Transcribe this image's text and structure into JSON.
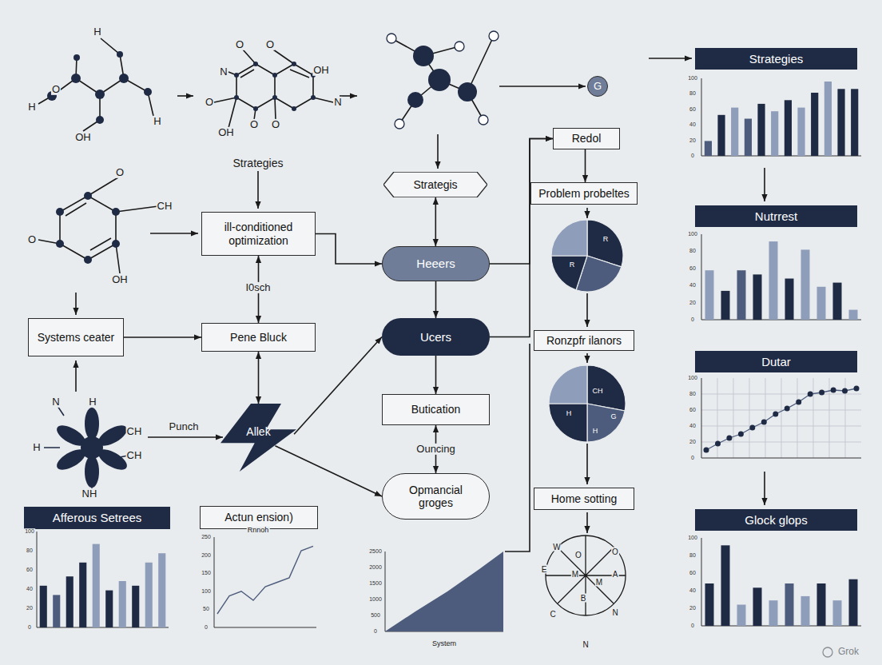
{
  "diagram": {
    "nodes": [
      {
        "text": [
          "Strategies"
        ]
      },
      {
        "text": [
          "G"
        ]
      },
      {
        "text": [
          "Redol"
        ]
      },
      {
        "text": [
          "ill-conditioned optimization"
        ]
      },
      {
        "text": [
          "Strategis"
        ]
      },
      {
        "text": [
          "Heeers"
        ]
      },
      {
        "text": [
          "Problem probeltes"
        ]
      },
      {
        "text": [
          "Systems ceater"
        ]
      },
      {
        "text": [
          "Pene Bluck"
        ]
      },
      {
        "text": [
          "Ucers"
        ]
      },
      {
        "text": [
          "Nutrrest"
        ]
      },
      {
        "text": [
          "Ronzpfr ilanors"
        ]
      },
      {
        "text": [
          "Allek"
        ]
      },
      {
        "text": [
          "Butication"
        ]
      },
      {
        "text": [
          "Opmancial groges"
        ]
      },
      {
        "text": [
          "Dutar"
        ]
      },
      {
        "text": [
          "Home sotting"
        ]
      },
      {
        "text": [
          "Afferous Setrees"
        ]
      },
      {
        "text": [
          "Actun ension)"
        ]
      },
      {
        "text": [
          "Glock glops"
        ]
      }
    ],
    "edges": [
      {
        "from": 3,
        "to": 5,
        "arrow": "to"
      },
      {
        "from": 3,
        "to": 8,
        "arrow": "both"
      },
      {
        "from": 7,
        "to": 8,
        "arrow": "to"
      },
      {
        "from": 4,
        "to": 5,
        "arrow": "both"
      },
      {
        "from": 5,
        "to": 9,
        "arrow": "to"
      },
      {
        "from": 9,
        "to": 13,
        "arrow": "to"
      },
      {
        "from": 13,
        "to": 14,
        "label": "Ouncing",
        "arrow": "both"
      },
      {
        "from": 8,
        "to": 12,
        "arrow": "both"
      },
      {
        "from": 12,
        "to": 9,
        "arrow": "to"
      },
      {
        "from": 12,
        "to": 14,
        "arrow": "to"
      },
      {
        "from": 5,
        "to": 2,
        "arrow": "to"
      },
      {
        "from": 9,
        "to": 2,
        "arrow": "to"
      },
      {
        "from": 2,
        "to": 6,
        "arrow": "to"
      }
    ],
    "labels": [
      "H",
      "O",
      "H",
      "H",
      "OH",
      "O",
      "O",
      "N",
      "OH",
      "O",
      "OH",
      "N",
      "O",
      "O",
      "O",
      "CH",
      "O",
      "OH",
      "N",
      "H",
      "CH",
      "H",
      "CH",
      "NH",
      "Strategies",
      "I0sch",
      "Punch",
      "Rnnoh",
      "System",
      "R",
      "R",
      "CH",
      "H",
      "G",
      "H",
      "W",
      "O",
      "O",
      "A",
      "M",
      "M",
      "B",
      "E",
      "C",
      "N",
      "N",
      "Grok",
      "100",
      "80",
      "60",
      "40",
      "20",
      "0",
      "100",
      "80",
      "60",
      "40",
      "20",
      "0",
      "100",
      "80",
      "60",
      "40",
      "20",
      "0",
      "100",
      "80",
      "60",
      "40",
      "20",
      "0",
      "100",
      "80",
      "60",
      "40",
      "20",
      "0",
      "250",
      "200",
      "150",
      "100",
      "50",
      "0",
      "2500",
      "2000",
      "1500",
      "1000",
      "500",
      "0"
    ]
  }
}
